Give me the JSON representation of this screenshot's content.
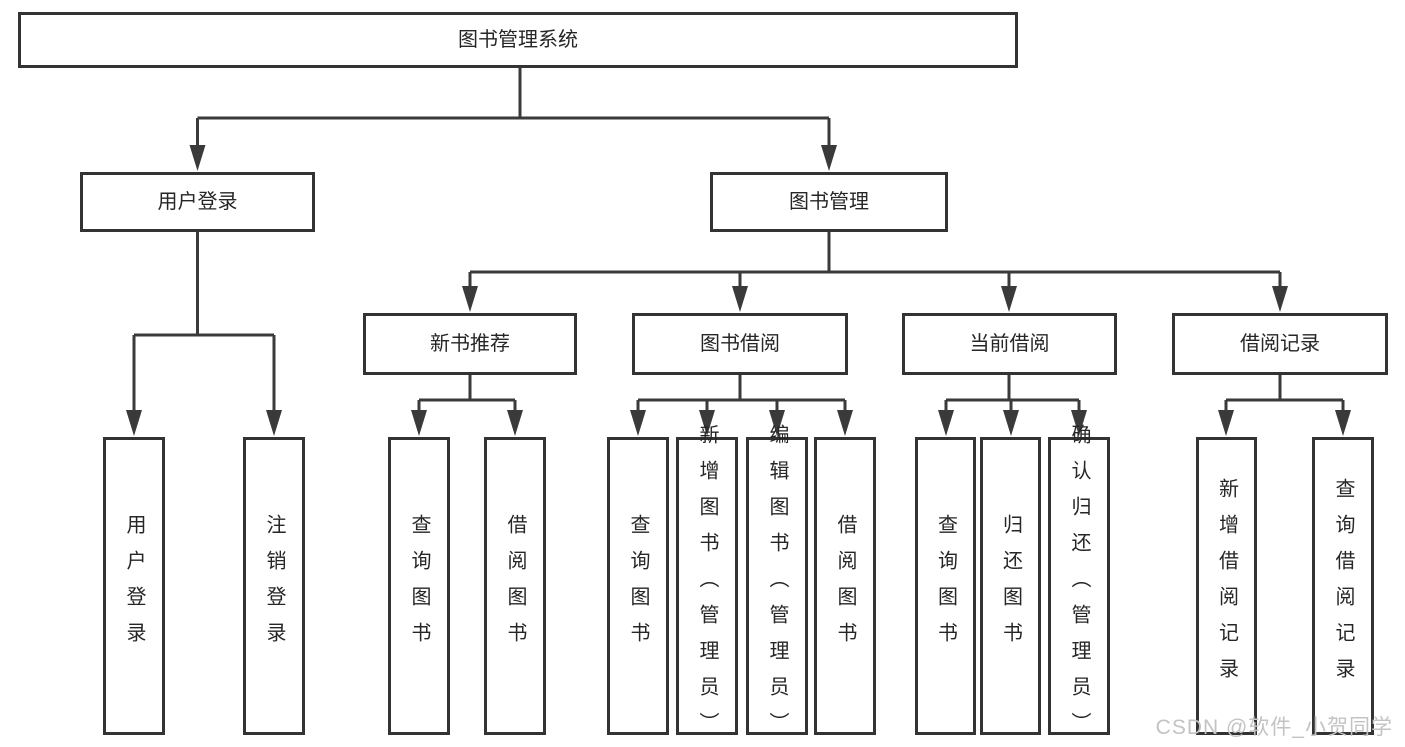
{
  "tree": {
    "label": "图书管理系统",
    "children": [
      {
        "label": "用户登录",
        "children": [
          {
            "label": "用户登录"
          },
          {
            "label": "注销登录"
          }
        ]
      },
      {
        "label": "图书管理",
        "children": [
          {
            "label": "新书推荐",
            "children": [
              {
                "label": "查询图书"
              },
              {
                "label": "借阅图书"
              }
            ]
          },
          {
            "label": "图书借阅",
            "children": [
              {
                "label": "查询图书"
              },
              {
                "label": "新增图书（管理员）"
              },
              {
                "label": "编辑图书（管理员）"
              },
              {
                "label": "借阅图书"
              }
            ]
          },
          {
            "label": "当前借阅",
            "children": [
              {
                "label": "查询图书"
              },
              {
                "label": "归还图书"
              },
              {
                "label": "确认归还（管理员）"
              }
            ]
          },
          {
            "label": "借阅记录",
            "children": [
              {
                "label": "新增借阅记录"
              },
              {
                "label": "查询借阅记录"
              }
            ]
          }
        ]
      }
    ]
  },
  "watermark": {
    "text": "CSDN @软件_小贺同学"
  },
  "colors": {
    "box_border": "#333333",
    "connector": "#3a3a3a",
    "text": "#262626",
    "watermark": "#c3c3c3"
  }
}
